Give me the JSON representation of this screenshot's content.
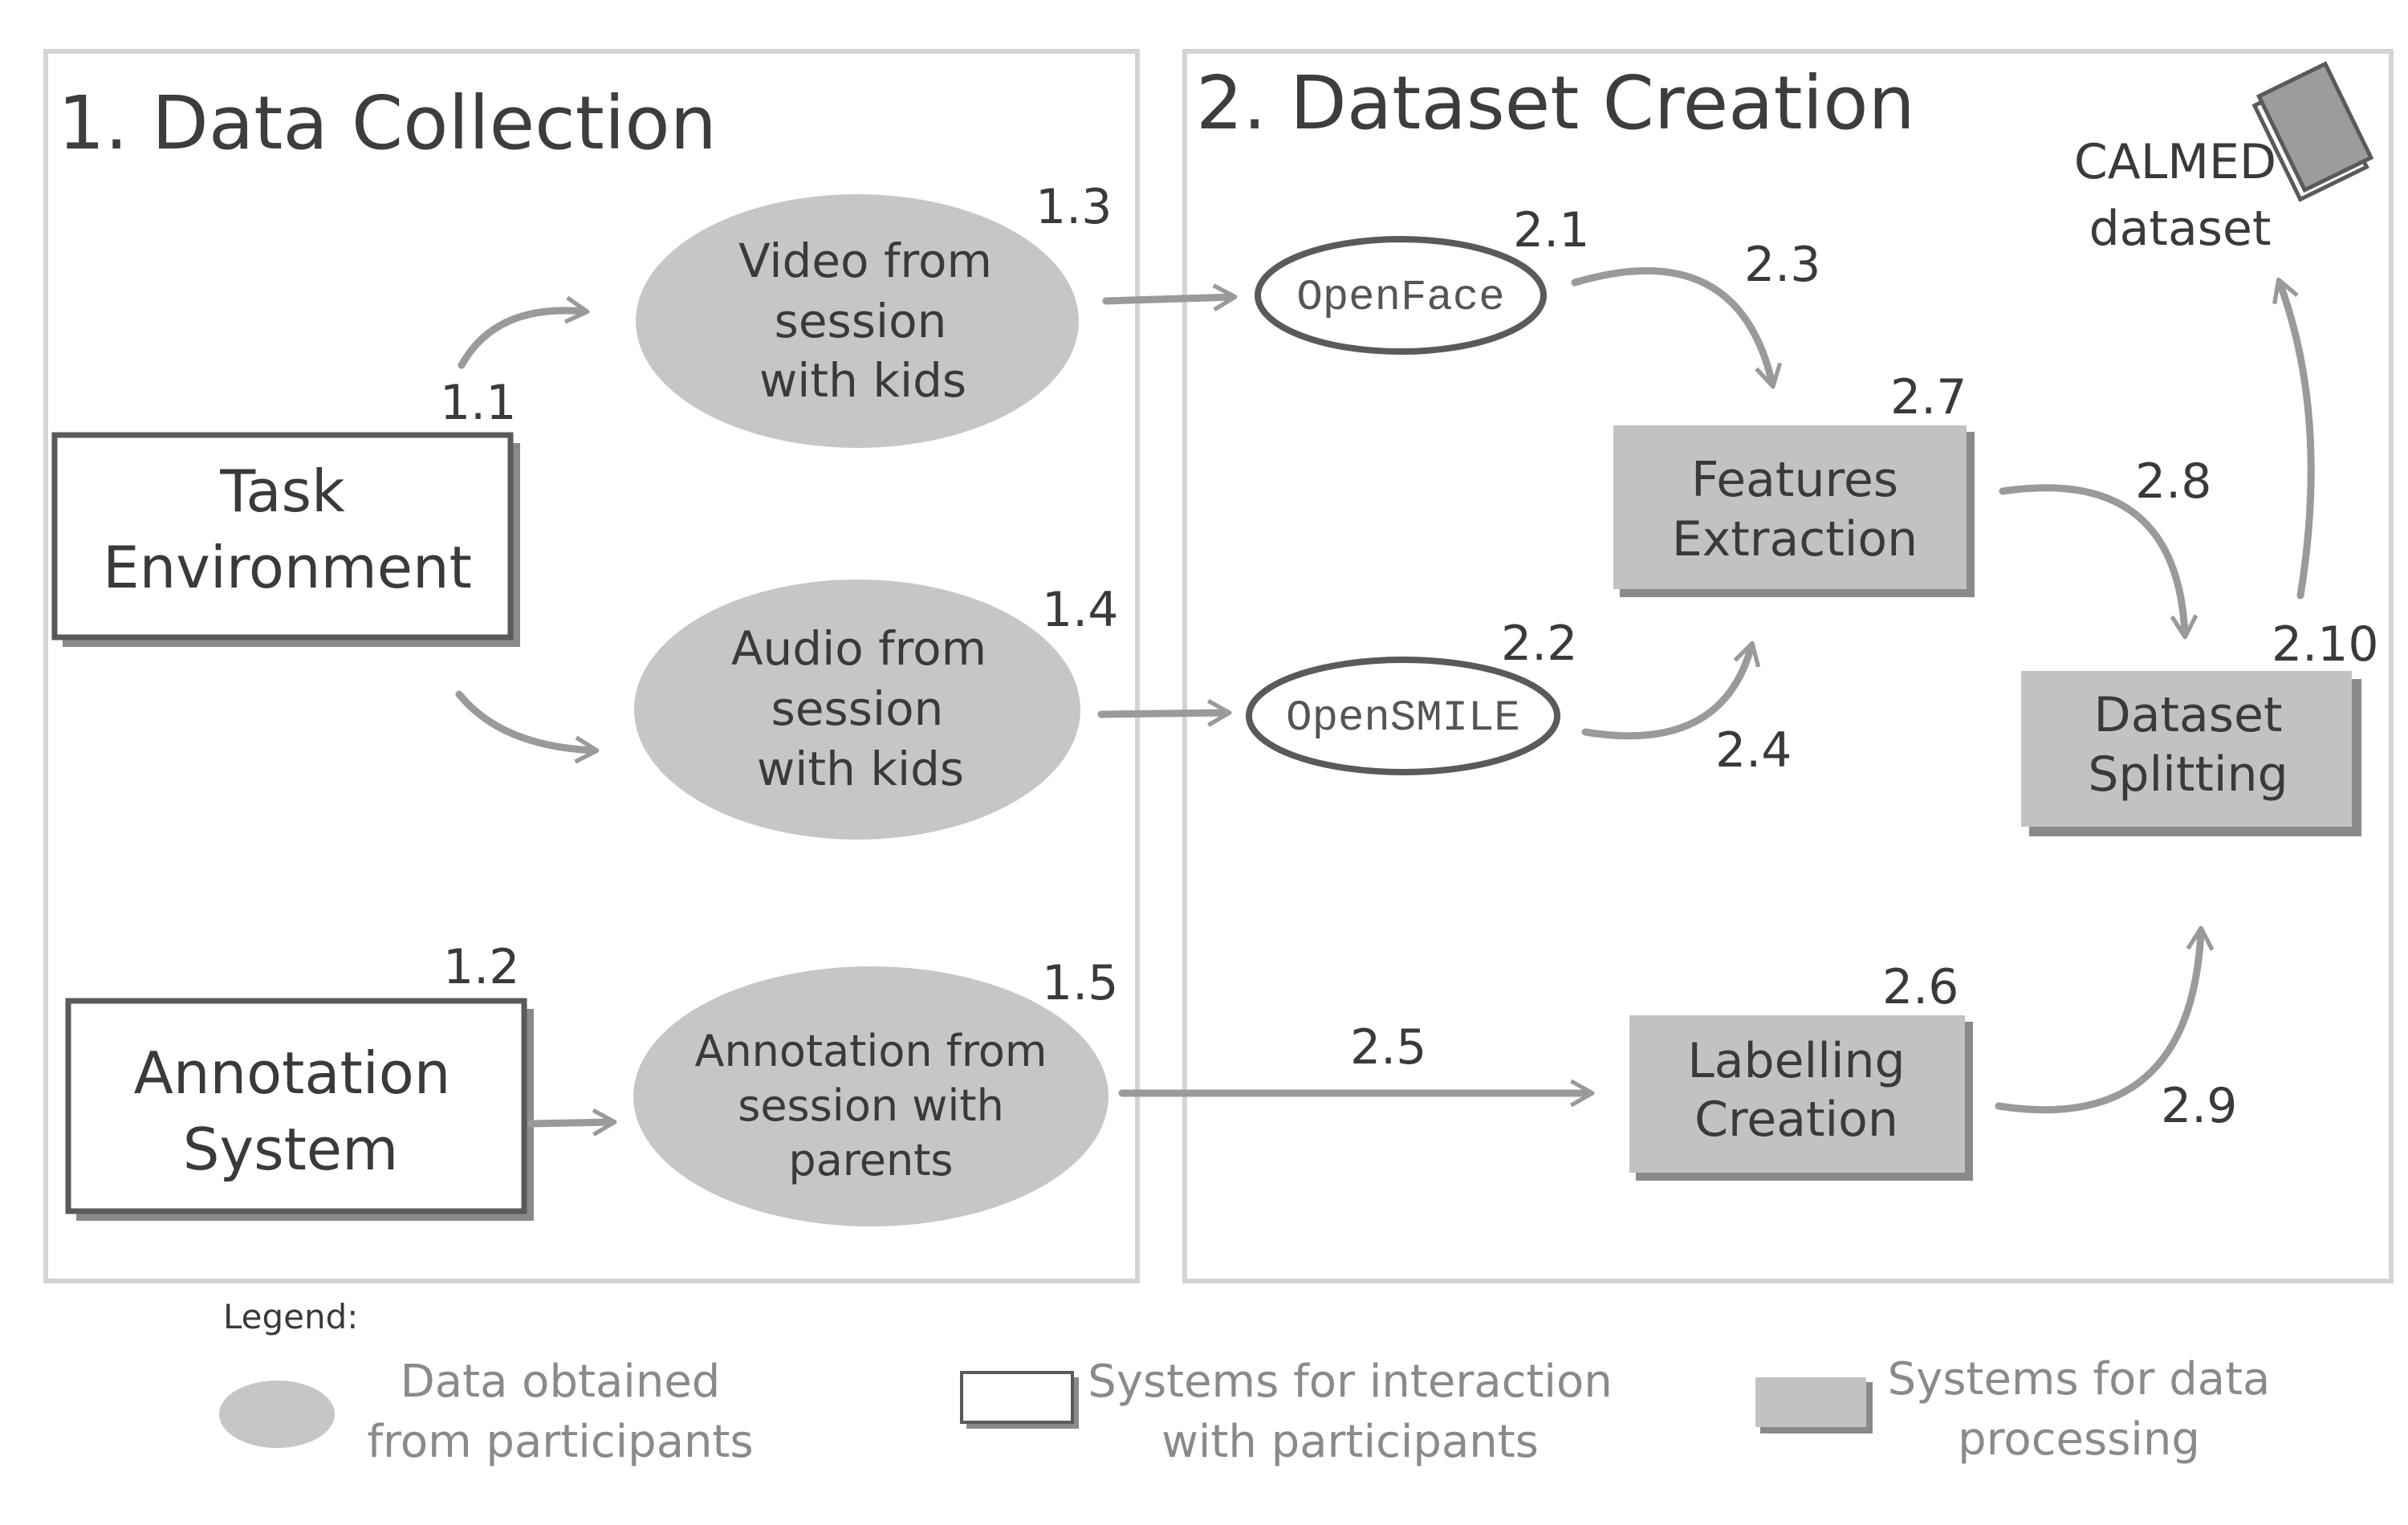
{
  "panels": {
    "collection_title": "1. Data Collection",
    "creation_title": "2. Dataset Creation"
  },
  "nodes": {
    "task_env": {
      "line1": "Task",
      "line2": "Environment"
    },
    "annotation_system": {
      "line1": "Annotation",
      "line2": "System"
    },
    "video": {
      "line1": "Video from",
      "line2": "session",
      "line3": "with kids"
    },
    "audio": {
      "line1": "Audio from",
      "line2": "session",
      "line3": "with kids"
    },
    "annotation_parents": {
      "line1": "Annotation from",
      "line2": "session with",
      "line3": "parents"
    },
    "openface": "OpenFace",
    "opensmile": "OpenSMILE",
    "features": {
      "line1": "Features",
      "line2": "Extraction"
    },
    "labelling": {
      "line1": "Labelling",
      "line2": "Creation"
    },
    "splitting": {
      "line1": "Dataset",
      "line2": "Splitting"
    },
    "calmed": {
      "line1": "CALMED",
      "line2": "dataset"
    }
  },
  "step_labels": {
    "s1_1": "1.1",
    "s1_2": "1.2",
    "s1_3": "1.3",
    "s1_4": "1.4",
    "s1_5": "1.5",
    "s2_1": "2.1",
    "s2_2": "2.2",
    "s2_3": "2.3",
    "s2_4": "2.4",
    "s2_5": "2.5",
    "s2_6": "2.6",
    "s2_7": "2.7",
    "s2_8": "2.8",
    "s2_9": "2.9",
    "s2_10": "2.10"
  },
  "legend": {
    "title": "Legend:",
    "data_line1": "Data obtained",
    "data_line2": "from participants",
    "interaction_line1": "Systems for interaction",
    "interaction_line2": "with participants",
    "processing_line1": "Systems for data",
    "processing_line2": "processing"
  },
  "colors": {
    "ellipse_fill": "#c6c6c6",
    "grey_box_fill": "#c2c2c2",
    "arrow": "#9a9a9a",
    "text": "#3a3a3a"
  }
}
